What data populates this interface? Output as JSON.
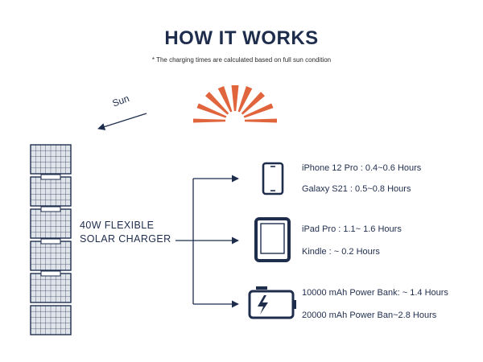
{
  "header": {
    "title": "HOW IT WORKS",
    "subtitle": "* The charging times are calculated based on full sun condition"
  },
  "sun": {
    "label": "Sun",
    "color": "#e0643c"
  },
  "charger": {
    "line1": "40W FLEXIBLE",
    "line2": "SOLAR CHARGER",
    "panel_count": 6
  },
  "colors": {
    "primary": "#1f2d4d",
    "panel_fill": "#dfe3ea",
    "sun": "#e0643c"
  },
  "devices": [
    {
      "icon": "phone-icon",
      "items": [
        {
          "text": "iPhone 12 Pro : 0.4~0.6 Hours"
        },
        {
          "text": "Galaxy S21 : 0.5~0.8 Hours"
        }
      ]
    },
    {
      "icon": "tablet-icon",
      "items": [
        {
          "text": "iPad Pro : 1.1~ 1.6 Hours"
        },
        {
          "text": "Kindle : ~ 0.2 Hours"
        }
      ]
    },
    {
      "icon": "battery-charging-icon",
      "items": [
        {
          "text": "10000 mAh Power Bank: ~ 1.4 Hours"
        },
        {
          "text": "20000 mAh Power Ban~2.8 Hours"
        }
      ]
    }
  ]
}
